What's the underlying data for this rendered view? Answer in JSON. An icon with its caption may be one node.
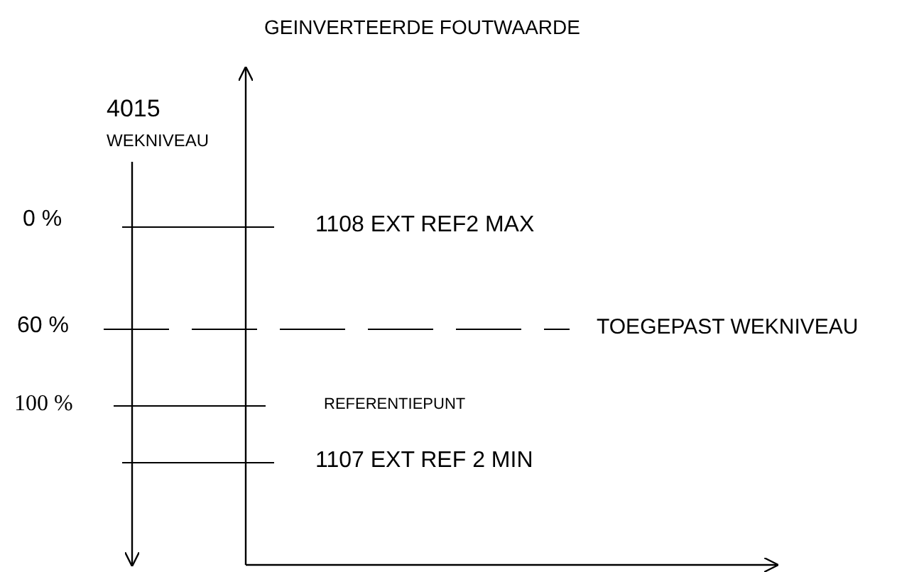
{
  "diagram": {
    "labels": [
      "GEINVERTEERDE FOUTWAARDE",
      "4015",
      "WEKNIVEAU",
      "0 %",
      "1108 EXT REF2 MAX",
      "60 %",
      "TOEGEPAST WEKNIVEAU",
      "100 %",
      "REFERENTIEPUNT",
      "1107 EXT REF 2 MIN"
    ]
  }
}
